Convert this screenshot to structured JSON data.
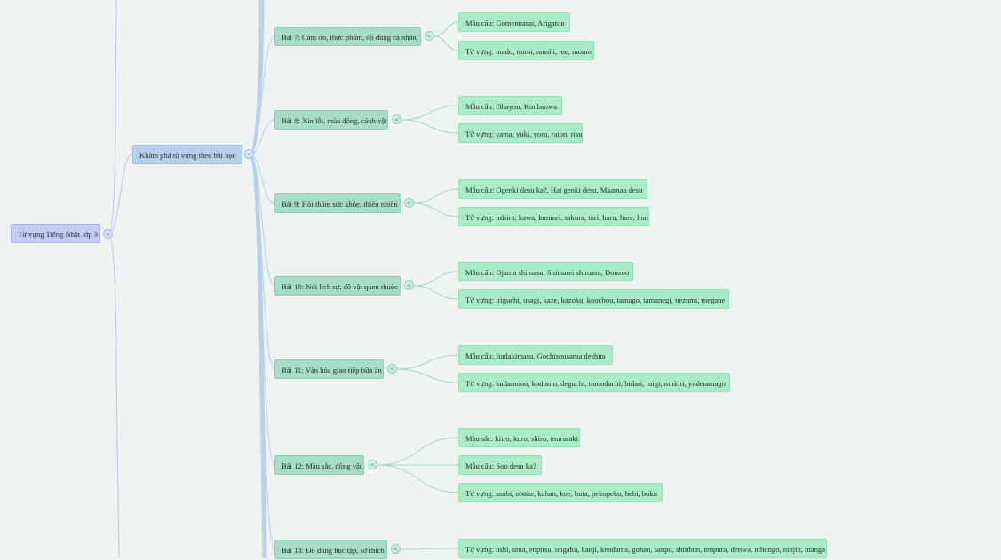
{
  "colors": {
    "background": "#eef3f1",
    "root": "#c3cbf6",
    "hub": "#b5d0ea",
    "lesson": "#a7dcc5",
    "leaf": "#a9ecc6",
    "edge_root": "#b9c2f2",
    "edge_hub": "#b3cfe9",
    "edge_lesson": "#9fd9c0"
  },
  "collapse_icon": "chevron-left-icon",
  "collapse_glyph": "<",
  "root": {
    "label": "Từ vựng Tiếng Nhật lớp 3"
  },
  "hub": {
    "label": "Khám phá từ vựng theo bài học"
  },
  "lessons": [
    {
      "label": "Bài 7: Cám ơn, thực phẩm, đồ dùng cá nhân",
      "items": [
        "Mẫu câu: Gomennasai, Arigatou",
        "Từ vựng: mado, mimi, mushi, me, momo"
      ]
    },
    {
      "label": "Bài 8: Xin lỗi, mùa đông, cảnh vật",
      "items": [
        "Mẫu câu: Ohayou, Konbanwa",
        "Từ vựng: yama, yuki, yoru, raion, risu"
      ]
    },
    {
      "label": "Bài 9: Hỏi thăm sức khỏe, thiên nhiên",
      "items": [
        "Mẫu câu: Ogenki desu ka?, Hai genki desu, Maamaa desu",
        "Từ vựng: ushiro, kawa, kumori, sakura, tori, haru, hare, hon"
      ]
    },
    {
      "label": "Bài 10: Nói lịch sự, đồ vật quen thuộc",
      "items": [
        "Mẫu câu: Ojama shimasu, Shitsurei shimasu, Doozoo",
        "Từ vựng: iriguchi, usagi, kaze, kazoku, koochou, tamago, tamanegi, nezumi, megane"
      ]
    },
    {
      "label": "Bài 11: Văn hóa giao tiếp bữa ăn",
      "items": [
        "Mẫu câu: Itadakimasu, Gochisousama deshita",
        "Từ vựng: kudamono, kodomo, deguchi, tomodachi, hidari, migi, midori, yudetamago"
      ]
    },
    {
      "label": "Bài 12: Màu sắc, động vật",
      "items": [
        "Màu sắc: kiiro, kuro, shiro, murasaki",
        "Mẫu câu: Soo desu ka?",
        "Từ vựng: asobi, obake, kaban, koe, buta, pekopeko, hebi, boku"
      ]
    },
    {
      "label": "Bài 13: Đồ dùng học tập, sở thích",
      "items": [
        "Từ vựng: ushi, uma, enpitsu, ongaku, kanji, kendama, gohan, sanpo, shinbun, tenpura, denwa, nihongo, ninjin, manga"
      ]
    }
  ]
}
